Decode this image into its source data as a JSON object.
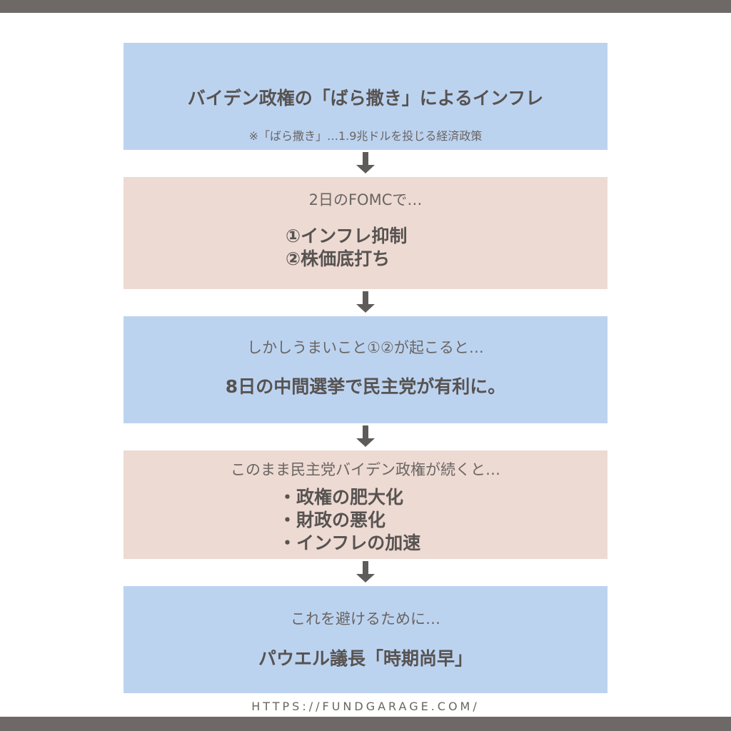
{
  "box1": {
    "title": "バイデン政権の「ばら撒き」によるインフレ",
    "note": "※「ばら撒き」…1.9兆ドルを投じる経済政策"
  },
  "box2": {
    "intro": "2日のFOMCで…",
    "items": [
      "①インフレ抑制",
      "②株価底打ち"
    ]
  },
  "box3": {
    "intro": "しかしうまいこと①②が起こると…",
    "result": "8日の中間選挙で民主党が有利に。"
  },
  "box4": {
    "intro": "このまま民主党バイデン政権が続くと…",
    "items": [
      "・政権の肥大化",
      "・財政の悪化",
      "・インフレの加速"
    ]
  },
  "box5": {
    "intro": "これを避けるために…",
    "result": "パウエル議長「時期尚早」"
  },
  "footer": {
    "url": "HTTPS://FUNDGARAGE.COM/"
  },
  "colors": {
    "blue_box": "#bcd3f0",
    "pink_box": "#eddad3",
    "bar": "#6e6967",
    "text": "#5f5b58"
  }
}
